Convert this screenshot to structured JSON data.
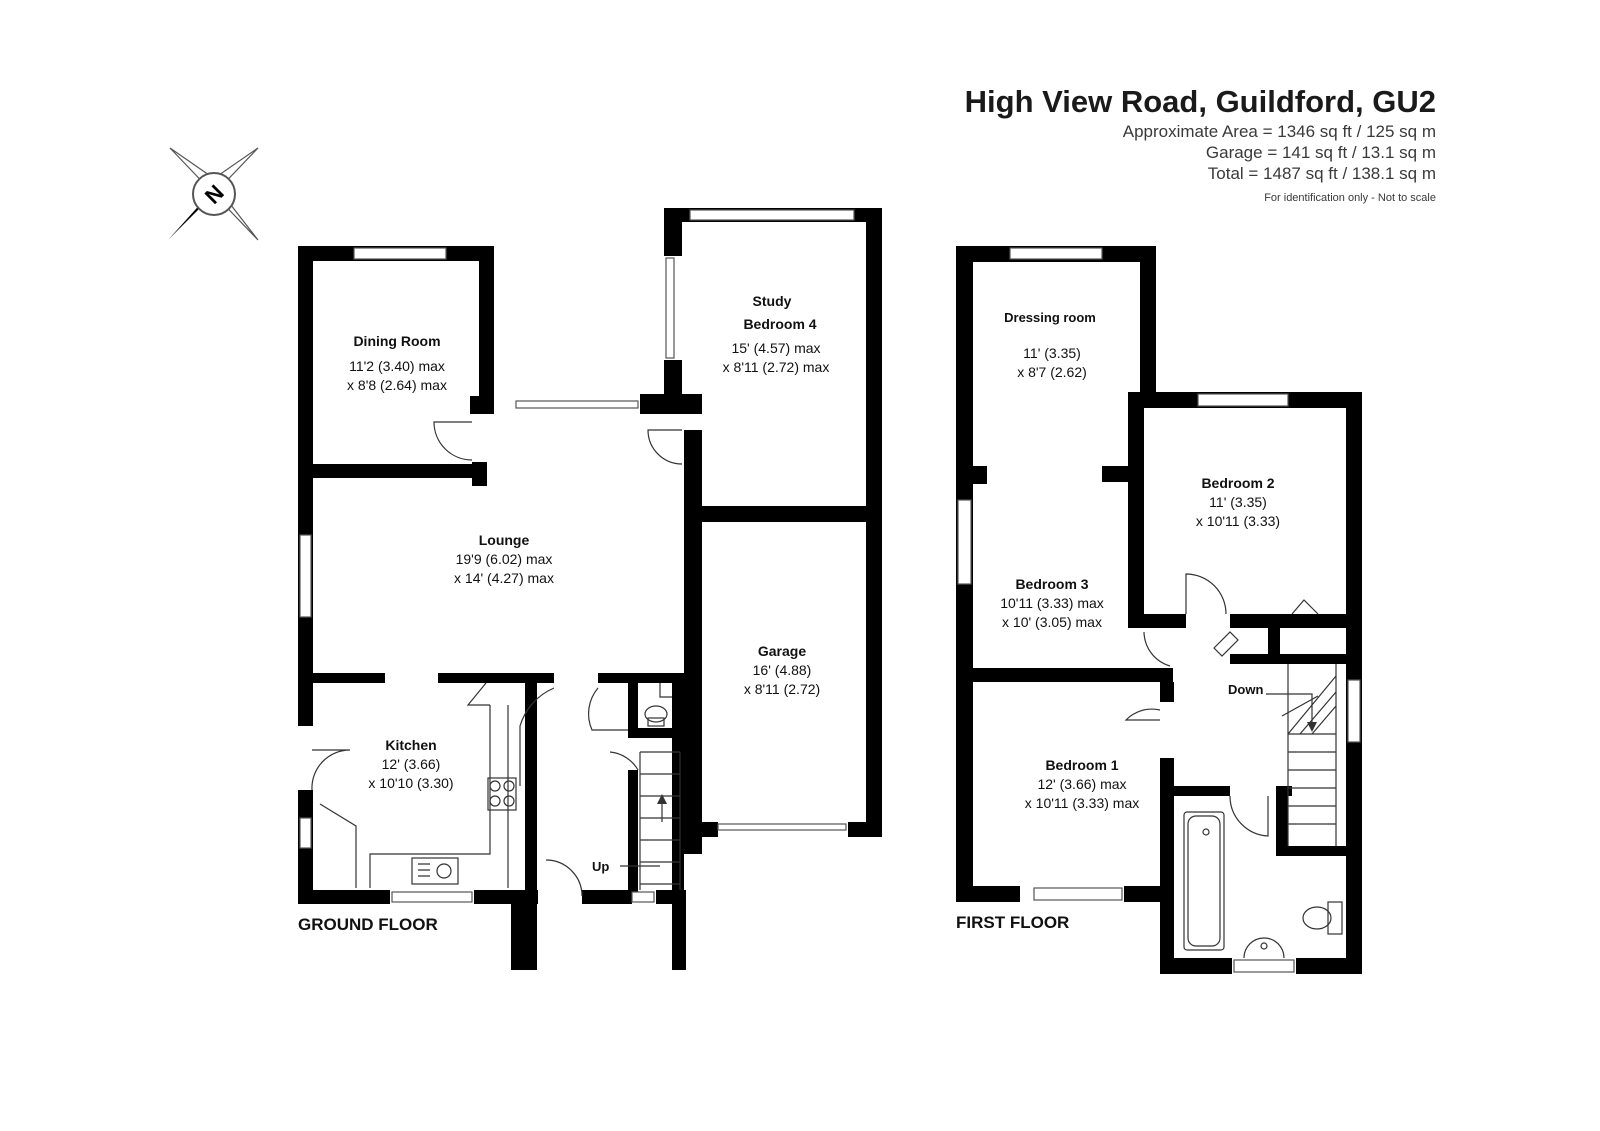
{
  "header": {
    "title": "High View Road, Guildford, GU2",
    "area_line": "Approximate Area = 1346 sq ft / 125 sq m",
    "garage_line": "Garage = 141 sq ft / 13.1 sq m",
    "total_line": "Total = 1487 sq ft / 138.1 sq m",
    "disclaimer": "For identification only - Not to scale"
  },
  "compass": {
    "letter": "N"
  },
  "ground_floor": {
    "label": "GROUND FLOOR",
    "rooms": {
      "dining": {
        "name": "Dining Room",
        "dim1": "11'2 (3.40) max",
        "dim2": "x 8'8 (2.64) max"
      },
      "study": {
        "name": "Study",
        "name2": "Bedroom 4",
        "dim1": "15' (4.57) max",
        "dim2": "x 8'11 (2.72) max"
      },
      "lounge": {
        "name": "Lounge",
        "dim1": "19'9 (6.02) max",
        "dim2": "x 14' (4.27) max"
      },
      "garage": {
        "name": "Garage",
        "dim1": "16' (4.88)",
        "dim2": "x 8'11 (2.72)"
      },
      "kitchen": {
        "name": "Kitchen",
        "dim1": "12' (3.66)",
        "dim2": "x 10'10 (3.30)"
      }
    },
    "stairs_label": "Up"
  },
  "first_floor": {
    "label": "FIRST FLOOR",
    "rooms": {
      "dressing": {
        "name": "Dressing room",
        "dim1": "11' (3.35)",
        "dim2": "x 8'7 (2.62)"
      },
      "bedroom2": {
        "name": "Bedroom 2",
        "dim1": "11' (3.35)",
        "dim2": "x 10'11 (3.33)"
      },
      "bedroom3": {
        "name": "Bedroom 3",
        "dim1": "10'11 (3.33) max",
        "dim2": "x 10' (3.05) max"
      },
      "bedroom1": {
        "name": "Bedroom 1",
        "dim1": "12' (3.66) max",
        "dim2": "x 10'11 (3.33) max"
      }
    },
    "stairs_label": "Down"
  }
}
